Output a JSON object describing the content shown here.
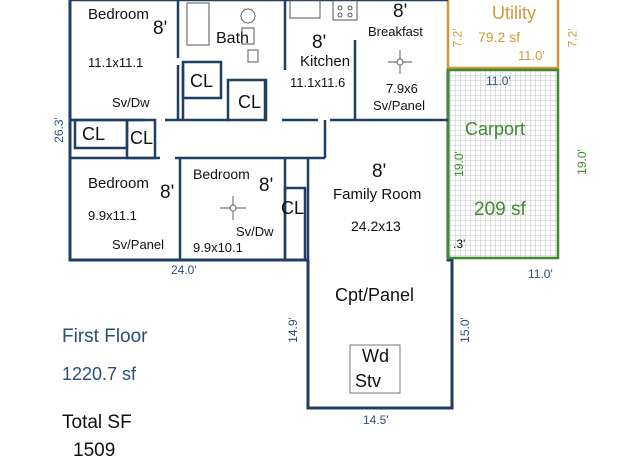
{
  "rooms": {
    "bedroom1": {
      "name": "Bedroom",
      "ceiling": "8'",
      "size": "11.1x11.1",
      "panel": "Sv/Dw"
    },
    "bath": {
      "name": "Bath"
    },
    "kitchen": {
      "ceiling": "8'",
      "name": "Kitchen",
      "size": "11.1x11.6"
    },
    "breakfast": {
      "ceiling": "8'",
      "name": "Breakfast",
      "size": "7.9x6",
      "panel": "Sv/Panel"
    },
    "utility": {
      "name": "Utility",
      "area": "79.2 sf",
      "width": "11.0'",
      "height_left": "7.2'",
      "height_right": "7.2'"
    },
    "carport": {
      "name": "Carport",
      "area": "209 sf",
      "top_width": "11.0'",
      "bottom_width": "11.0'",
      "height_left": "19.0'",
      "height_right": "19.0'",
      "corner": ".3'"
    },
    "bedroom2": {
      "name": "Bedroom",
      "ceiling": "8'",
      "size": "9.9x11.1",
      "panel": "Sv/Panel"
    },
    "bedroom3": {
      "name": "Bedroom",
      "ceiling": "8'",
      "size": "9.9x10.1",
      "panel": "Sv/Dw"
    },
    "family_room": {
      "ceiling": "8'",
      "name": "Family Room",
      "size": "24.2x13"
    },
    "den": {
      "panel": "Cpt/Panel",
      "stove_line1": "Wd",
      "stove_line2": "Stv"
    }
  },
  "closets": [
    "CL",
    "CL",
    "CL",
    "CL",
    "CL"
  ],
  "dimensions": {
    "left_height": "26.3'",
    "bottom_width": "24.0'",
    "den_left": "14.9'",
    "den_right": "15.0'",
    "den_bottom": "14.5'"
  },
  "summary": {
    "floor_label": "First Floor",
    "floor_area": "1220.7 sf",
    "total_label": "Total SF",
    "total_value": "1509"
  },
  "colors": {
    "wall": "#1f3d66",
    "utility": "#d4963a",
    "carport": "#3f8a2f",
    "text": "#111111",
    "dimension": "#2a4f78"
  }
}
